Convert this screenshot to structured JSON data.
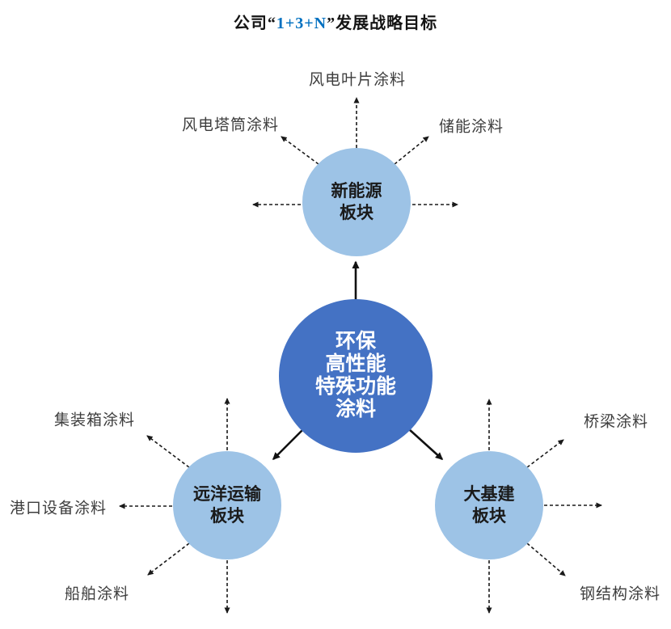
{
  "title": {
    "part1": "公司“",
    "highlight": "1+3+N",
    "part2": "”发展战略目标"
  },
  "colors": {
    "center_circle_fill": "#4472C4",
    "satellite_circle_fill": "#9DC3E6",
    "title_highlight": "#0070C0",
    "center_text": "#ffffff",
    "label_text": "#3d3d3d",
    "arrow": "#1a1a1a"
  },
  "center_node": {
    "lines": [
      "环保",
      "高性能",
      "特殊功能",
      "涂料"
    ]
  },
  "nodes": [
    {
      "id": "new-energy",
      "lines": [
        "新能源",
        "板块"
      ]
    },
    {
      "id": "ocean-transport",
      "lines": [
        "远洋运输",
        "板块"
      ]
    },
    {
      "id": "infrastructure",
      "lines": [
        "大基建",
        "板块"
      ]
    }
  ],
  "labels": [
    {
      "id": "wind-blade",
      "text": "风电叶片涂料"
    },
    {
      "id": "wind-tower",
      "text": "风电塔筒涂料"
    },
    {
      "id": "energy-storage",
      "text": "储能涂料"
    },
    {
      "id": "container",
      "text": "集装箱涂料"
    },
    {
      "id": "port-equipment",
      "text": "港口设备涂料"
    },
    {
      "id": "ship",
      "text": "船舶涂料"
    },
    {
      "id": "bridge",
      "text": "桥梁涂料"
    },
    {
      "id": "steel-structure",
      "text": "钢结构涂料"
    }
  ]
}
